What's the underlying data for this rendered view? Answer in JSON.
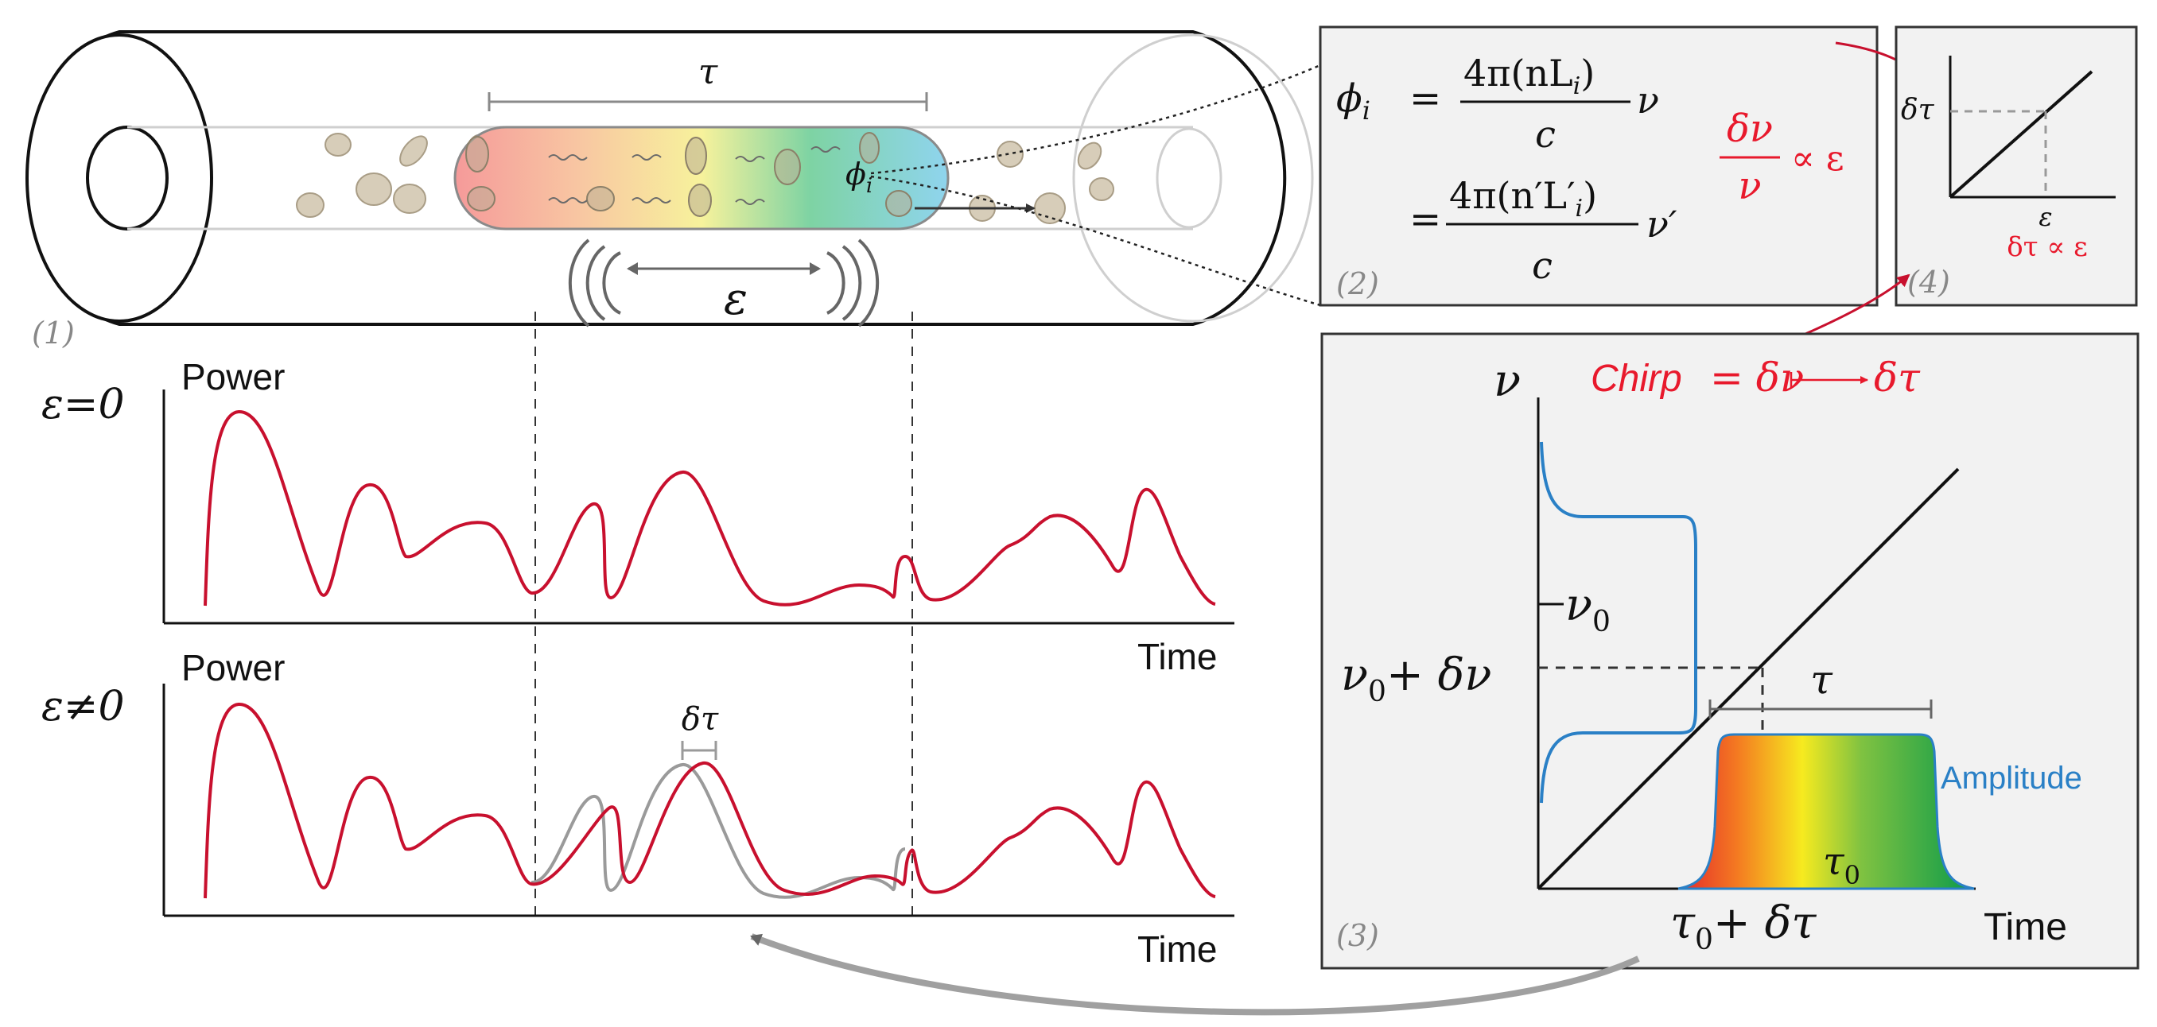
{
  "panel1": {
    "number": "(1)",
    "tau": "τ",
    "phi": "ϕ",
    "phi_sub": "i",
    "epsilon": "ε"
  },
  "panel2": {
    "number": "(2)",
    "eq1_lhs": "ϕ",
    "eq1_lhs_sub": "i",
    "eq1_eq": "=",
    "eq1_num": "4π(nL",
    "eq1_num_sub": "i",
    "eq1_num_end": ")",
    "eq1_den": "c",
    "eq1_tail": "ν",
    "eq2_eq": "=",
    "eq2_num": "4π(n′L′",
    "eq2_num_sub": "i",
    "eq2_num_end": ")",
    "eq2_den": "c",
    "eq2_tail": "ν′",
    "ratio_num": "δν",
    "ratio_den": "ν",
    "ratio_tail": "∝ ε",
    "accent_color": "#e8192c"
  },
  "panel4": {
    "number": "(4)",
    "y_label": "δτ",
    "x_label": "ε",
    "relation": "δτ ∝ ε"
  },
  "panel3": {
    "number": "(3)",
    "nu_axis": "ν",
    "chirp_label": "Chirp",
    "chirp_eq": "= δν",
    "chirp_target": "δτ",
    "nu0": "ν",
    "nu0_sub": "0",
    "nu0_dnu": "ν",
    "nu0_dnu_sub": "0",
    "nu0_dnu_tail": "+ δν",
    "tau": "τ",
    "amplitude_label": "Amplitude",
    "tau0": "τ",
    "tau0_sub": "0",
    "tau0_dtau": "τ",
    "tau0_dtau_sub": "0",
    "tau0_dtau_tail": "+ δτ",
    "time_label": "Time",
    "amplitude_color": "#2a80c6"
  },
  "plots": {
    "top_eps": "ε=0",
    "top_ylabel": "Power",
    "top_xlabel": "Time",
    "bottom_eps": "ε≠0",
    "bottom_ylabel": "Power",
    "bottom_xlabel": "Time",
    "shift_label": "δτ",
    "signal_color": "#c8102e",
    "reference_color": "#9a9a9a"
  }
}
